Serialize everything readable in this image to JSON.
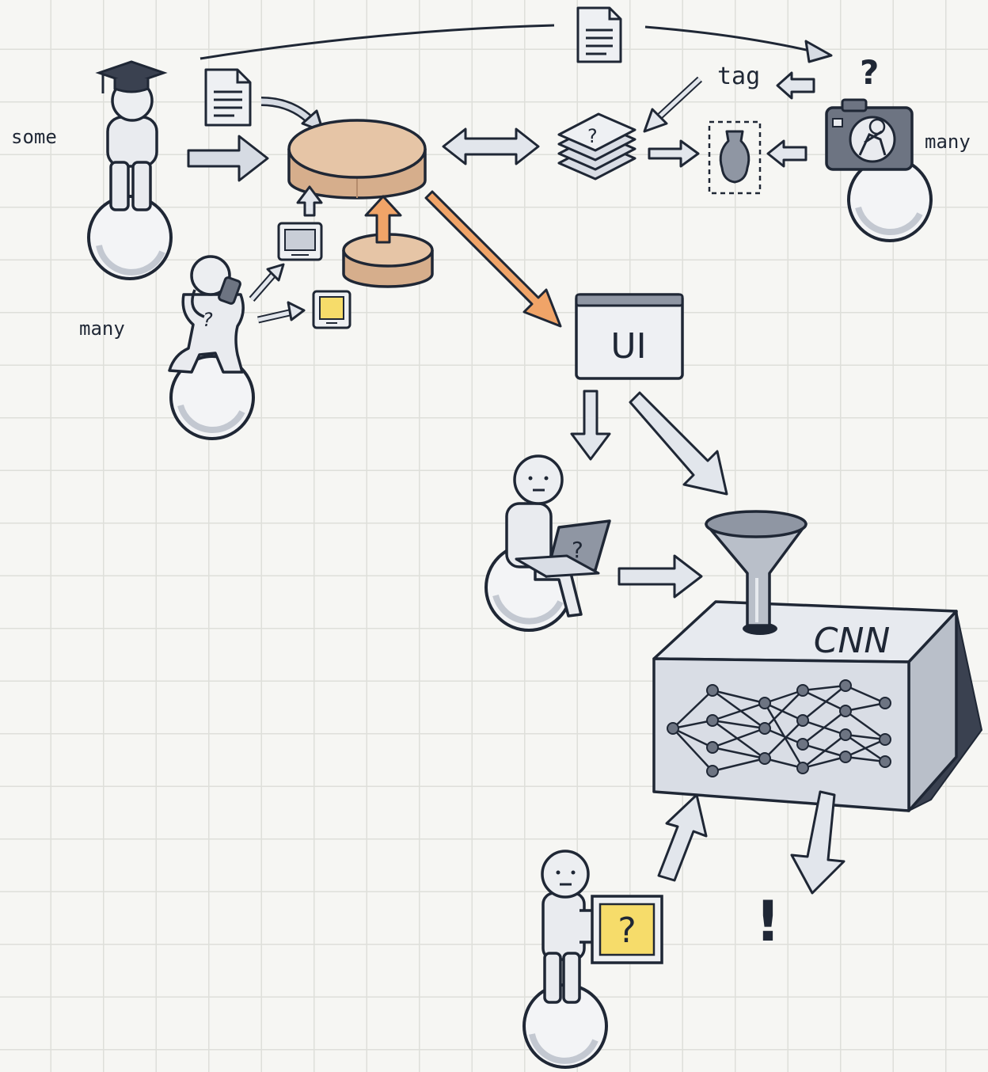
{
  "labels": {
    "some": "some",
    "many_left": "many",
    "many_right": "many",
    "tag": "tag",
    "ui": "UI",
    "cnn": "CNN",
    "exclamation": "!",
    "question": "?"
  },
  "colors": {
    "outline": "#1f2735",
    "figure_fill": "#e9ebef",
    "arrow_fill": "#d6dbe3",
    "database_fill": "#e4c2a2",
    "orange_arrow": "#f0a468",
    "yellow": "#f6dc6a",
    "gray_dark": "#8f96a3",
    "box_fill": "#d9dde5"
  }
}
